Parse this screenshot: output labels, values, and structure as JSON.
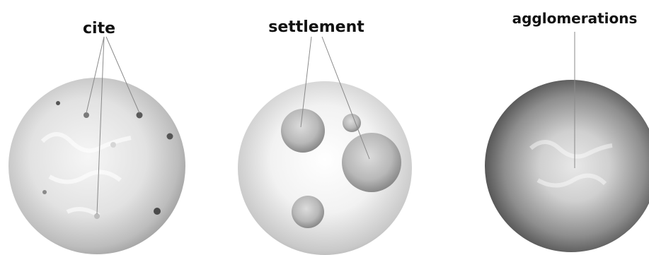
{
  "labels": {
    "cite": "cite",
    "settlement": "settlement",
    "agglomerations": "agglomerations"
  },
  "colors": {
    "background": "#ffffff",
    "leader_line": "#8a8a8a",
    "label_text": "#111111"
  }
}
